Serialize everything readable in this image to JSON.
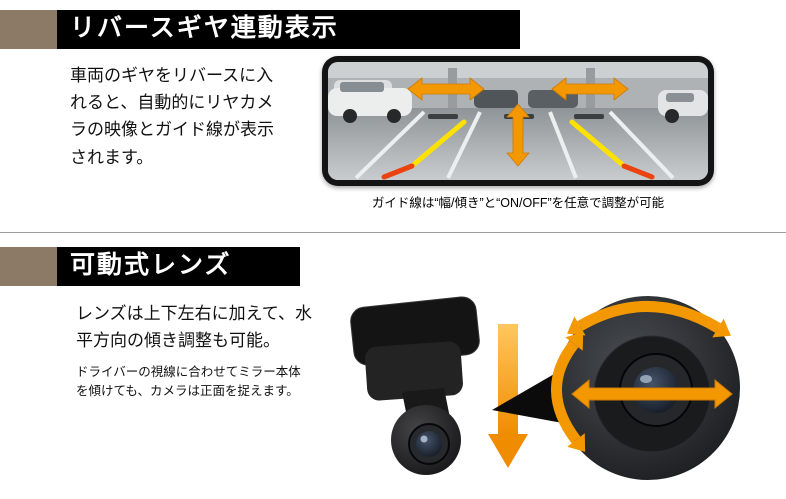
{
  "colors": {
    "banner_bg": "#000000",
    "banner_accent": "#8c7a66",
    "arrow_orange": "#f39800",
    "guide_yellow": "#ffe100",
    "guide_red": "#ea430f"
  },
  "section1": {
    "title": "リバースギヤ連動表示",
    "body": "車両のギヤをリバースに入れると、自動的にリヤカメラの映像とガイド線が表示されます。",
    "caption": "ガイド線は“幅/傾き”と“ON/OFF”を任意で調整が可能"
  },
  "section2": {
    "title": "可動式レンズ",
    "body": "レンズは上下左右に加えて、水平方向の傾き調整も可能。",
    "note": "ドライバーの視線に合わせてミラー本体を傾けても、カメラは正面を捉えます。"
  }
}
